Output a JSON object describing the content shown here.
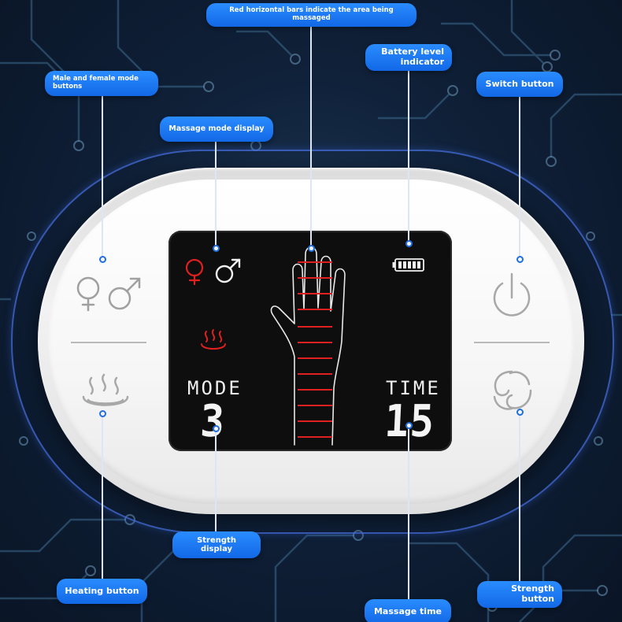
{
  "labels": {
    "red_bars": "Red horizontal bars indicate the area being massaged",
    "battery": "Battery level indicator",
    "male_female": "Male and female mode buttons",
    "switch": "Switch button",
    "massage_mode": "Massage mode display",
    "strength_display": "Strength display",
    "heating": "Heating button",
    "massage_time": "Massage time",
    "strength_button": "Strength button"
  },
  "screen": {
    "mode_label": "MODE",
    "mode_value": "3",
    "time_label": "TIME",
    "time_value": "15"
  },
  "icons": {
    "female": "female-symbol-icon",
    "male": "male-symbol-icon",
    "heat": "heat-waves-icon",
    "battery": "battery-icon",
    "hand": "hand-outline-icon",
    "power": "power-icon",
    "strength": "swirl-icon"
  },
  "colors": {
    "label_blue": "#1a73e8",
    "lcd_red": "#e02020",
    "lcd_white": "#f0f0f0",
    "device_white": "#f4f4f4"
  }
}
